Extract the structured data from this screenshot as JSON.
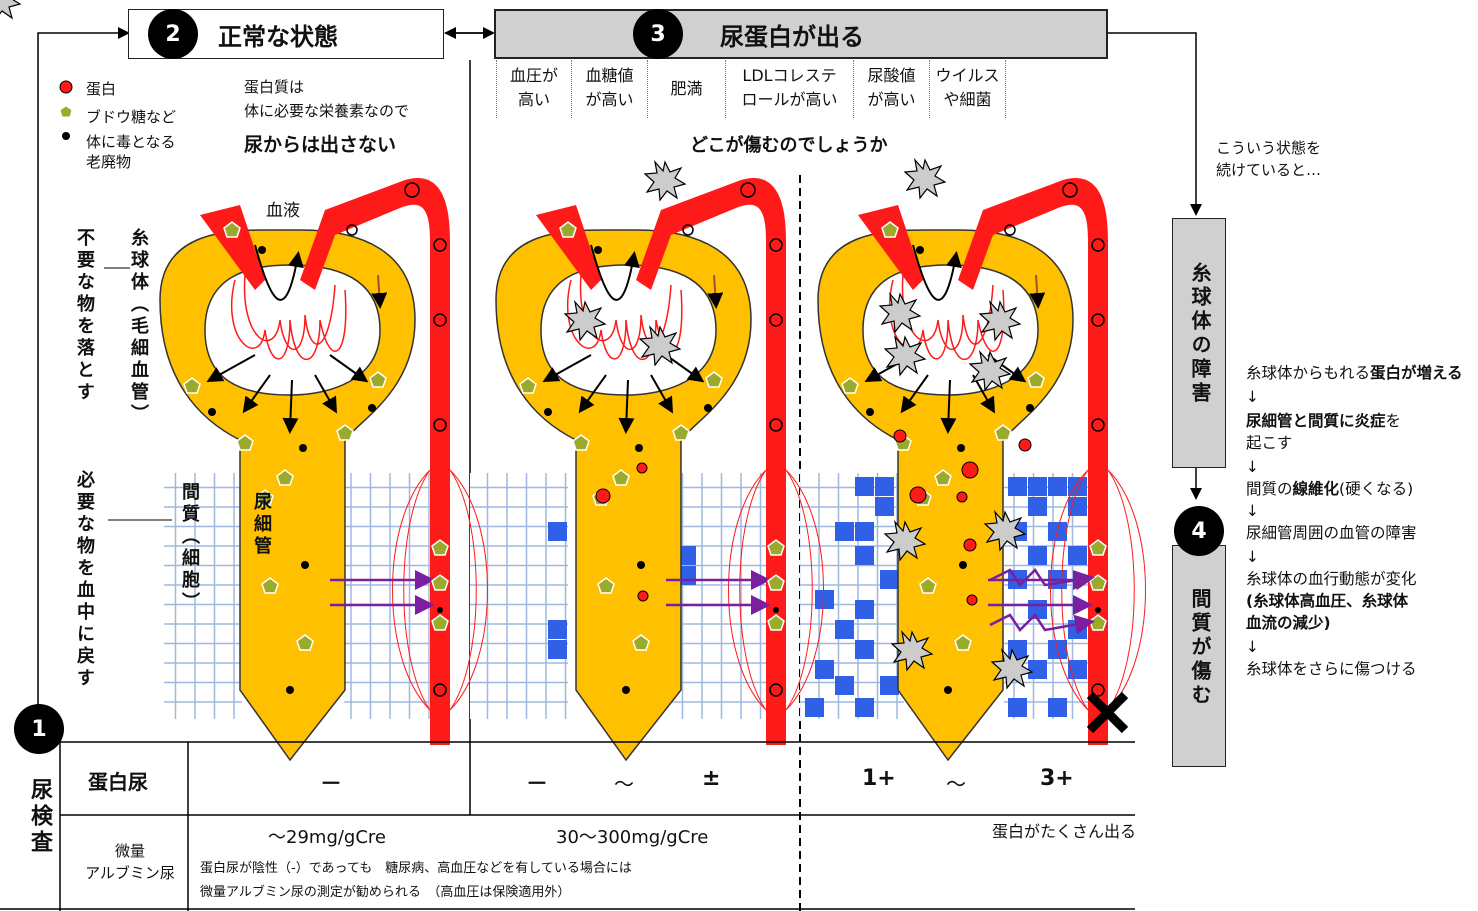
{
  "section2": {
    "number": "2",
    "title": "正常な状態"
  },
  "section3": {
    "number": "3",
    "title": "尿蛋白が出る"
  },
  "section1": {
    "number": "1",
    "label": "尿検査"
  },
  "section4": {
    "number": "4"
  },
  "legend": {
    "protein": "蛋白",
    "glucose": "ブドウ糖など",
    "waste": "体に毒となる\n老廃物"
  },
  "normal_note": {
    "line1": "蛋白質は",
    "line2": "体に必要な栄養素なので",
    "emphasis": "尿からは出さない"
  },
  "causes": [
    "血圧が\n高い",
    "血糖値\nが高い",
    "肥満",
    "LDLコレステ\nロールが高い",
    "尿酸値\nが高い",
    "ウイルス\nや細菌"
  ],
  "question": "どこが傷むのでしょうか",
  "labels": {
    "blood": "血液",
    "drop_unneeded": "不要な物を落とす",
    "glomerulus": "糸球体（毛細血管）",
    "return_needed": "必要な物を血中に戻す",
    "interstitium": "間質（細胞）",
    "tubule": "尿細管"
  },
  "continuing": "こういう状態を\n続けていると…",
  "glomerulus_damage": "糸球体の障害",
  "interstitium_damage": "間質が傷む",
  "flow": {
    "l1_pre": "糸球体からもれる",
    "l1_b": "蛋白が増える",
    "l2_b1": "尿細管と間質に炎症",
    "l2_post": "を\n起こす",
    "l3_pre": "間質の",
    "l3_b": "線維化",
    "l3_post": "(硬くなる)",
    "l4": "尿細管周囲の血管の障害",
    "l5": "糸球体の血行動態が変化",
    "l5_b": "(糸球体高血圧、糸球体\n血流の減少)",
    "l6": "糸球体をさらに傷つける",
    "arrow": "↓"
  },
  "table": {
    "row1_label": "蛋白尿",
    "row1_normal": "－",
    "row1_mid_a": "－",
    "row1_mid_tilde": "～",
    "row1_mid_b": "±",
    "row1_high_a": "1+",
    "row1_high_tilde": "～",
    "row1_high_b": "3+",
    "row2_label": "微量\nアルブミン尿",
    "row2_normal": "～29mg/gCre",
    "row2_mid": "30～300mg/gCre",
    "row2_high": "蛋白がたくさん出る",
    "note1": "蛋白尿が陰性（-）であっても　糖尿病、高血圧などを有している場合には",
    "note2": "微量アルブミン尿の測定が勧められる　（高血圧は保険適用外）"
  },
  "colors": {
    "blood": "#ff1a1a",
    "capsule": "#ffc000",
    "grid_light": "#9fb8e0",
    "grid_dark": "#2f60e6",
    "header_gray": "#d0d0d0",
    "glucose": "#9aaa2a"
  }
}
